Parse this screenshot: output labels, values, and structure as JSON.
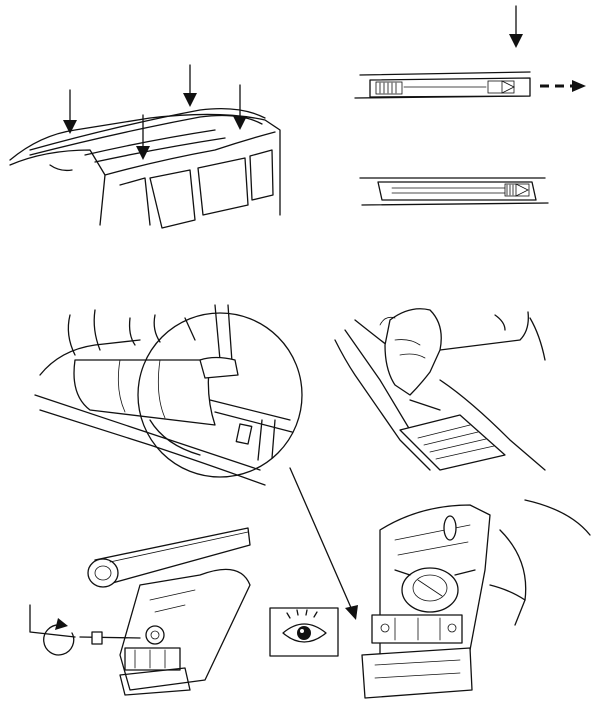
{
  "diagram": {
    "panels": [
      {
        "id": "car-roof",
        "icon": "down-arrow-icon"
      },
      {
        "id": "slide-cover",
        "icon": "right-dashed-arrow-icon"
      },
      {
        "id": "magnified-foot"
      },
      {
        "id": "hand-pad"
      },
      {
        "id": "bar-bolt",
        "icon": "rotate-arrow-icon"
      },
      {
        "id": "inspect",
        "icon": "eye-icon"
      },
      {
        "id": "foot-closeup"
      }
    ],
    "colors": {
      "line": "#111111",
      "background": "#ffffff"
    }
  }
}
